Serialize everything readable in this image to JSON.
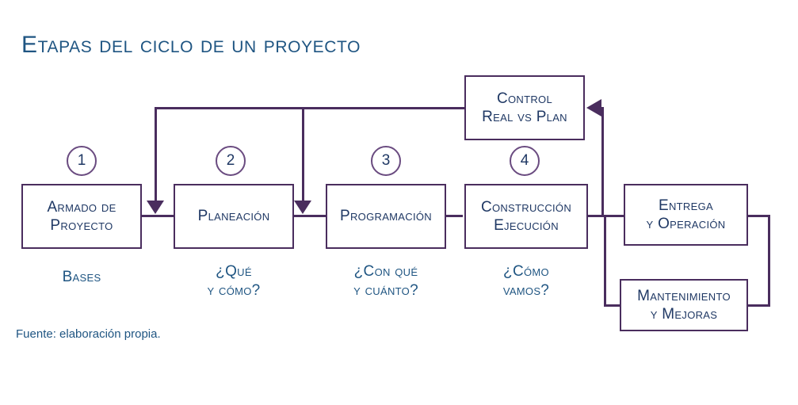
{
  "title": "Etapas del ciclo de un proyecto",
  "source_note": "Fuente: elaboración propia.",
  "colors": {
    "title": "#1f5582",
    "box_border": "#4a2d5e",
    "box_text": "#1f3864",
    "caption": "#1f5582",
    "connector": "#4a2d5e",
    "background": "#ffffff"
  },
  "steps": [
    {
      "number": "1",
      "box_line1": "Armado de",
      "box_line2": "Proyecto",
      "caption_line1": "Bases",
      "caption_line2": ""
    },
    {
      "number": "2",
      "box_line1": "Planeación",
      "box_line2": "",
      "caption_line1": "¿Qué",
      "caption_line2": "y cómo?"
    },
    {
      "number": "3",
      "box_line1": "Programación",
      "box_line2": "",
      "caption_line1": "¿Con qué",
      "caption_line2": "y cuánto?"
    },
    {
      "number": "4",
      "box_line1": "Construcción",
      "box_line2": "Ejecución",
      "caption_line1": "¿Cómo",
      "caption_line2": "vamos?"
    }
  ],
  "control_box": {
    "line1": "Control",
    "line2": "Real vs Plan"
  },
  "outcome_boxes": [
    {
      "line1": "Entrega",
      "line2": "y Operación"
    },
    {
      "line1": "Mantenimiento",
      "line2": "y Mejoras"
    }
  ]
}
